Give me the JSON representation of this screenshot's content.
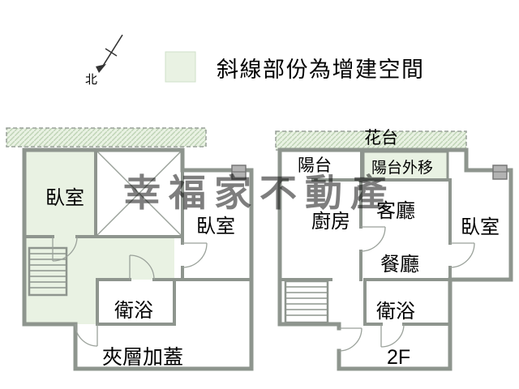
{
  "legend": {
    "text": "斜線部份為增建空間"
  },
  "compass": {
    "north_label": "北"
  },
  "watermark": {
    "text": "幸福家不動產"
  },
  "plans": {
    "mezzanine": {
      "title": "夾層加蓋",
      "bedroom_left": "臥室",
      "bedroom_right": "臥室",
      "bathroom": "衛浴"
    },
    "second_floor": {
      "title": "2F",
      "flower_stand": "花台",
      "balcony": "陽台",
      "balcony_extension": "陽台外移",
      "kitchen": "廚房",
      "living_room": "客廳",
      "dining_room": "餐廳",
      "bedroom": "臥室",
      "bathroom": "衛浴"
    }
  },
  "colors": {
    "wall": "#8e958e",
    "thin_line": "#9aa19a",
    "added_space_fill": "#e9f2e3",
    "hatch_line": "#bfd3b6",
    "watermark": "#8b9595",
    "text": "#000000",
    "background": "#ffffff"
  }
}
